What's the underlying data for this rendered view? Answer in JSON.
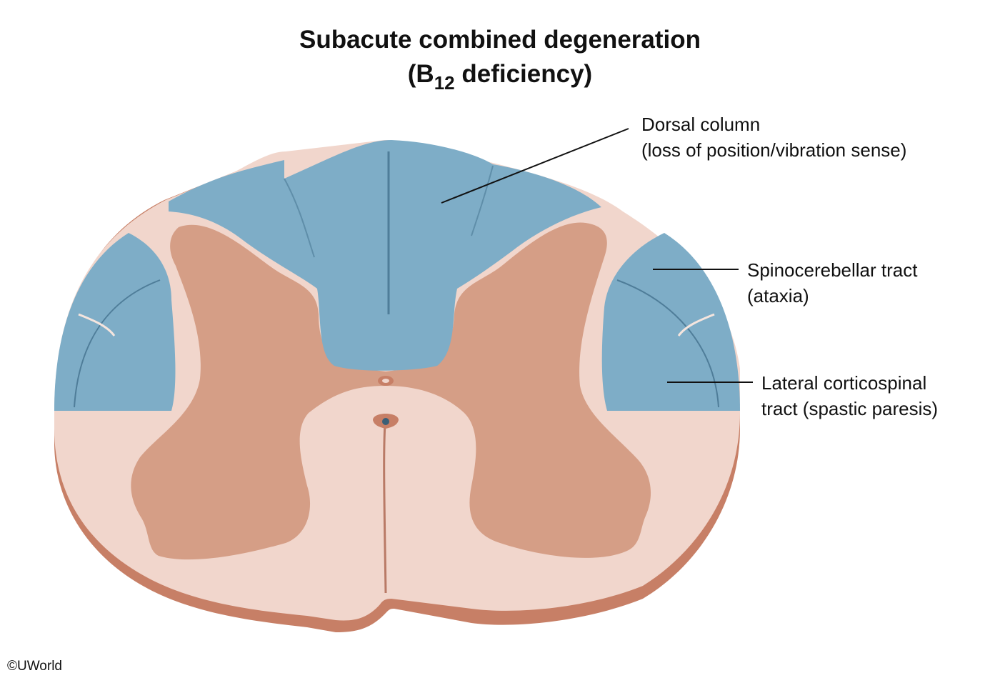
{
  "title": {
    "line1": "Subacute combined degeneration",
    "line2_prefix": "(B",
    "line2_subscript": "12",
    "line2_suffix": " deficiency)"
  },
  "labels": {
    "dorsal": {
      "line1": "Dorsal column",
      "line2": "(loss of position/vibration sense)"
    },
    "spinocerebellar": {
      "line1": "Spinocerebellar tract",
      "line2": "(ataxia)"
    },
    "corticospinal": {
      "line1": "Lateral corticospinal",
      "line2": "tract (spastic paresis)"
    }
  },
  "copyright": "©UWorld",
  "colors": {
    "white_matter": "#f1d6cc",
    "gray_matter": "#d59e86",
    "affected": "#7eadc7",
    "edge": "#c77f66",
    "affected_shade": "#5f8ea9"
  }
}
